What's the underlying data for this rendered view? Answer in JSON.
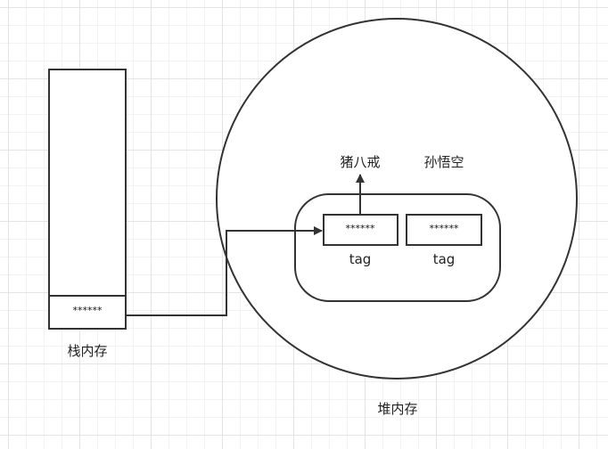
{
  "diagram": {
    "stack": {
      "label": "栈内存",
      "slot_value": "******"
    },
    "heap": {
      "label": "堆内存",
      "object": {
        "field_left": {
          "value": "******",
          "label": "tag",
          "target": "猪八戒"
        },
        "field_right": {
          "value": "******",
          "label": "tag",
          "target": "孙悟空"
        }
      }
    },
    "colors": {
      "stroke": "#333333",
      "text": "#222222",
      "grid": "#e4e4e4"
    }
  }
}
